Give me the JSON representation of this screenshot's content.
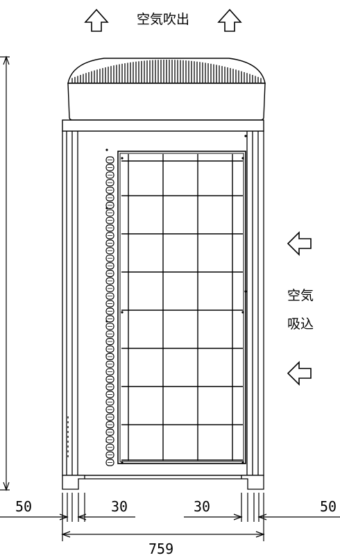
{
  "labels": {
    "air_outlet": "空気吹出",
    "air_intake_line1": "空気",
    "air_intake_line2": "吸込"
  },
  "dimensions": {
    "clearance_left": "50",
    "leg_inset_left": "30",
    "leg_inset_right": "30",
    "clearance_right": "50",
    "total_width": "759"
  },
  "icons": {
    "outlet_arrow": "arrow-up-outline-icon",
    "intake_arrow": "arrow-left-outline-icon"
  },
  "colors": {
    "line": "#000000",
    "background": "#ffffff"
  }
}
